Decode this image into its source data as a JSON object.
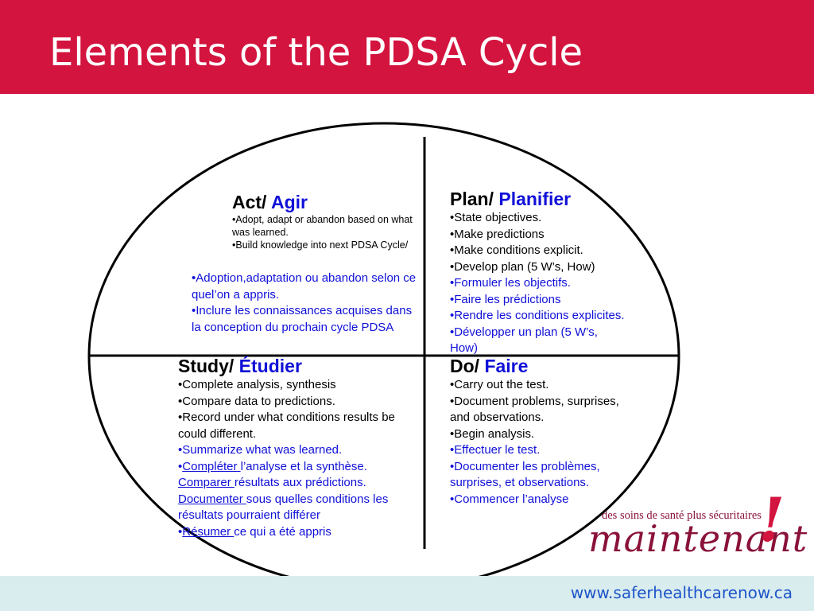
{
  "header": {
    "title": "Elements of the PDSA Cycle"
  },
  "act": {
    "title_en": "Act/ ",
    "title_fr": "Agir",
    "en_lines": [
      "•Adopt, adapt or abandon based on what was learned.",
      "•Build knowledge into next PDSA Cycle/"
    ],
    "fr_lines": [
      "•Adoption,adaptation ou abandon selon ce quel’on a appris.",
      "•Inclure les connaissances acquises dans la conception du prochain cycle PDSA"
    ]
  },
  "plan": {
    "title_en": "Plan/ ",
    "title_fr": "Planifier",
    "en_lines": [
      "•State objectives.",
      "•Make predictions",
      "•Make conditions explicit.",
      "•Develop plan (5 W’s, How)"
    ],
    "fr_lines": [
      "•Formuler les objectifs.",
      "•Faire les prédictions",
      "•Rendre les conditions explicites.",
      "•Développer un plan (5 W’s, How)"
    ]
  },
  "study": {
    "title_en": "Study/ ",
    "title_fr": "Étudier",
    "en_lines": [
      "•Complete analysis, synthesis",
      "•Compare data to predictions.",
      "•Record under what conditions results be could different."
    ],
    "fr_summary": "•Summarize what was learned.",
    "fr_items": [
      {
        "prefix": "•",
        "link": "Compléter ",
        "rest": "l’analyse et la synthèse."
      },
      {
        "prefix": "",
        "link": "Comparer ",
        "rest": "résultats aux prédictions."
      },
      {
        "prefix": "",
        "link": "Documenter ",
        "rest": "sous quelles conditions les résultats pourraient différer"
      },
      {
        "prefix": "•",
        "link": "Résumer ",
        "rest": "ce qui a été appris"
      }
    ]
  },
  "do": {
    "title_en": "Do/ ",
    "title_fr": "Faire",
    "en_lines": [
      "•Carry out the test.",
      "•Document problems, surprises, and observations.",
      "•Begin analysis."
    ],
    "fr_lines": [
      "•Effectuer le test.",
      "•Documenter les problèmes, surprises, et observations.",
      "•Commencer l’analyse"
    ]
  },
  "logo": {
    "tagline": "des soins de santé plus sécuritaires",
    "word": "maintenant",
    "mark": "!"
  },
  "footer": {
    "url": "www.saferhealthcarenow.ca"
  },
  "colors": {
    "header_red": "#d3143f",
    "french_blue": "#1010d8",
    "footer_bg": "#d9ecee",
    "url_blue": "#1d55c9",
    "logo_maroon": "#8a1238"
  }
}
